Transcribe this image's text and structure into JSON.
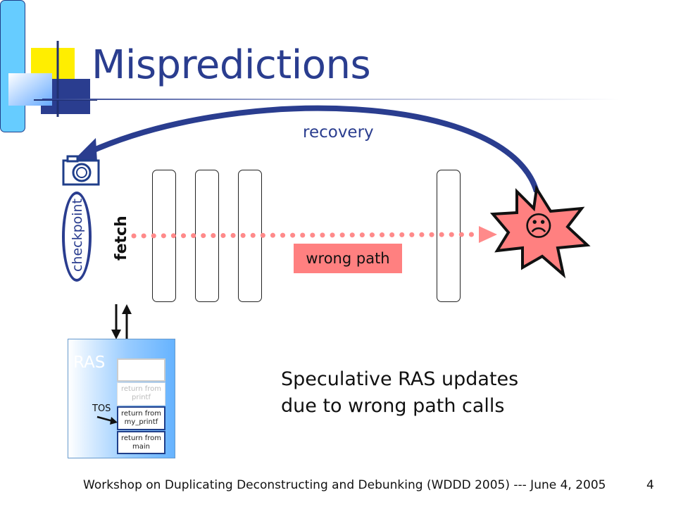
{
  "title": "Mispredictions",
  "labels": {
    "recovery": "recovery",
    "checkpoint": "checkpoint",
    "fetch": "fetch",
    "wrong_path": "wrong path",
    "frown": "☹"
  },
  "ras": {
    "title": "RAS",
    "tos": "TOS",
    "entries": [
      "",
      "return from printf",
      "return from my_printf",
      "return from main"
    ]
  },
  "speculative_text": [
    "Speculative RAS updates",
    "due to wrong path calls"
  ],
  "footer": "Workshop on Duplicating Deconstructing and Debunking (WDDD 2005) --- June 4, 2005",
  "page_number": "4",
  "colors": {
    "title_blue": "#2a3d8f",
    "fetch_fill": "#66ccff",
    "wrong_path_fill": "#ff8080",
    "burst_fill": "#ff8080"
  },
  "icons": [
    "camera-icon",
    "frown-burst-icon"
  ]
}
